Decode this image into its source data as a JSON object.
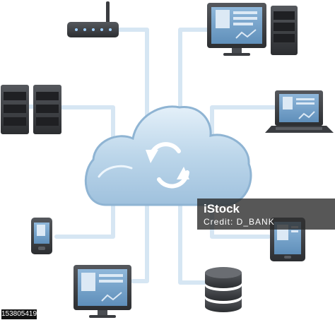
{
  "watermark": {
    "brand": "iStock",
    "credit": "Credit: D_BANK",
    "image_id": "153805419"
  },
  "icons": [
    "router-icon",
    "desktop-tower-icon",
    "server-rack-icon",
    "laptop-icon",
    "sync-arrow-icon",
    "mobile-phone-icon",
    "tablet-icon",
    "monitor-icon",
    "database-icon"
  ],
  "colors": {
    "cloud": "#bcd6ea",
    "connector": "#d6e6f3",
    "device_dark": "#3a3c40",
    "screen": "#6f9dc6"
  }
}
